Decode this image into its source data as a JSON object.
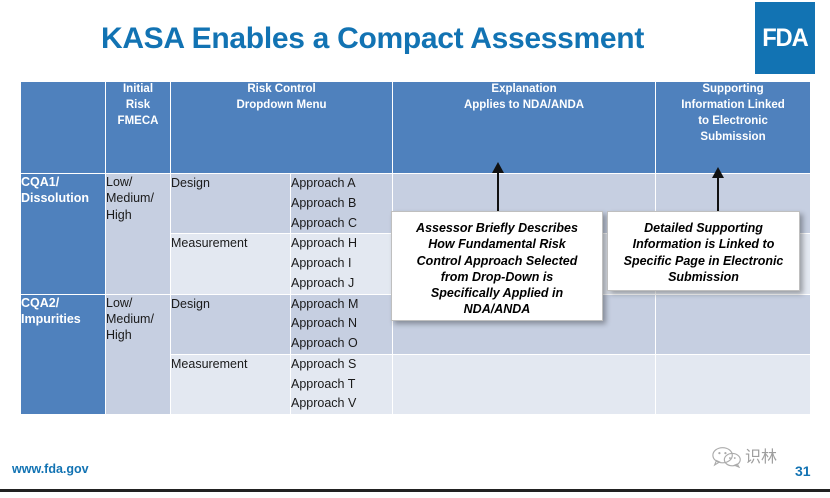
{
  "slide": {
    "title": "KASA Enables a Compact Assessment",
    "accent_color": "#1273B3",
    "header_fill": "#4F81BD",
    "row_dark_fill": "#C6CFE1",
    "row_light_fill": "#E3E8F1"
  },
  "logo": {
    "text": "FDA",
    "background": "#1273B3",
    "foreground": "#FFFFFF"
  },
  "table": {
    "headers": [
      {
        "id": "cqa",
        "lines": [
          ""
        ]
      },
      {
        "id": "initial-risk",
        "lines": [
          "Initial",
          "Risk",
          "FMECA"
        ]
      },
      {
        "id": "risk-control",
        "lines": [
          "Risk Control",
          "Dropdown Menu"
        ]
      },
      {
        "id": "explanation",
        "lines": [
          "Explanation",
          "Applies to NDA/ANDA"
        ]
      },
      {
        "id": "supporting",
        "lines": [
          "Supporting",
          "Information Linked",
          "to Electronic",
          "Submission"
        ]
      }
    ],
    "groups": [
      {
        "cqa_lines": [
          "CQA1/",
          "Dissolution"
        ],
        "risk_lines": [
          "Low/",
          "Medium/",
          "High"
        ],
        "rows": [
          {
            "type": "Design",
            "approaches": [
              "Approach A",
              "Approach B",
              "Approach C"
            ],
            "shade": "dark"
          },
          {
            "type": "Measurement",
            "approaches": [
              "Approach H",
              "Approach I",
              "Approach J"
            ],
            "shade": "light"
          }
        ]
      },
      {
        "cqa_lines": [
          "CQA2/",
          "Impurities"
        ],
        "risk_lines": [
          "Low/",
          "Medium/",
          "High"
        ],
        "rows": [
          {
            "type": "Design",
            "approaches": [
              "Approach M",
              "Approach N",
              "Approach O"
            ],
            "shade": "dark"
          },
          {
            "type": "Measurement",
            "approaches": [
              "Approach S",
              "Approach T",
              "Approach V"
            ],
            "shade": "light"
          }
        ]
      }
    ]
  },
  "callouts": [
    {
      "id": "explanation",
      "lines": [
        "Assessor Briefly Describes",
        "How Fundamental Risk",
        "Control Approach Selected",
        "from Drop-Down is",
        "Specifically Applied in",
        "NDA/ANDA"
      ]
    },
    {
      "id": "supporting",
      "lines": [
        "Detailed Supporting",
        "Information is Linked to",
        "Specific Page in Electronic",
        "Submission"
      ]
    }
  ],
  "footer": {
    "url": "www.fda.gov",
    "page_number": "31"
  },
  "watermark": {
    "text": "识林",
    "icon": "wechat-icon"
  }
}
